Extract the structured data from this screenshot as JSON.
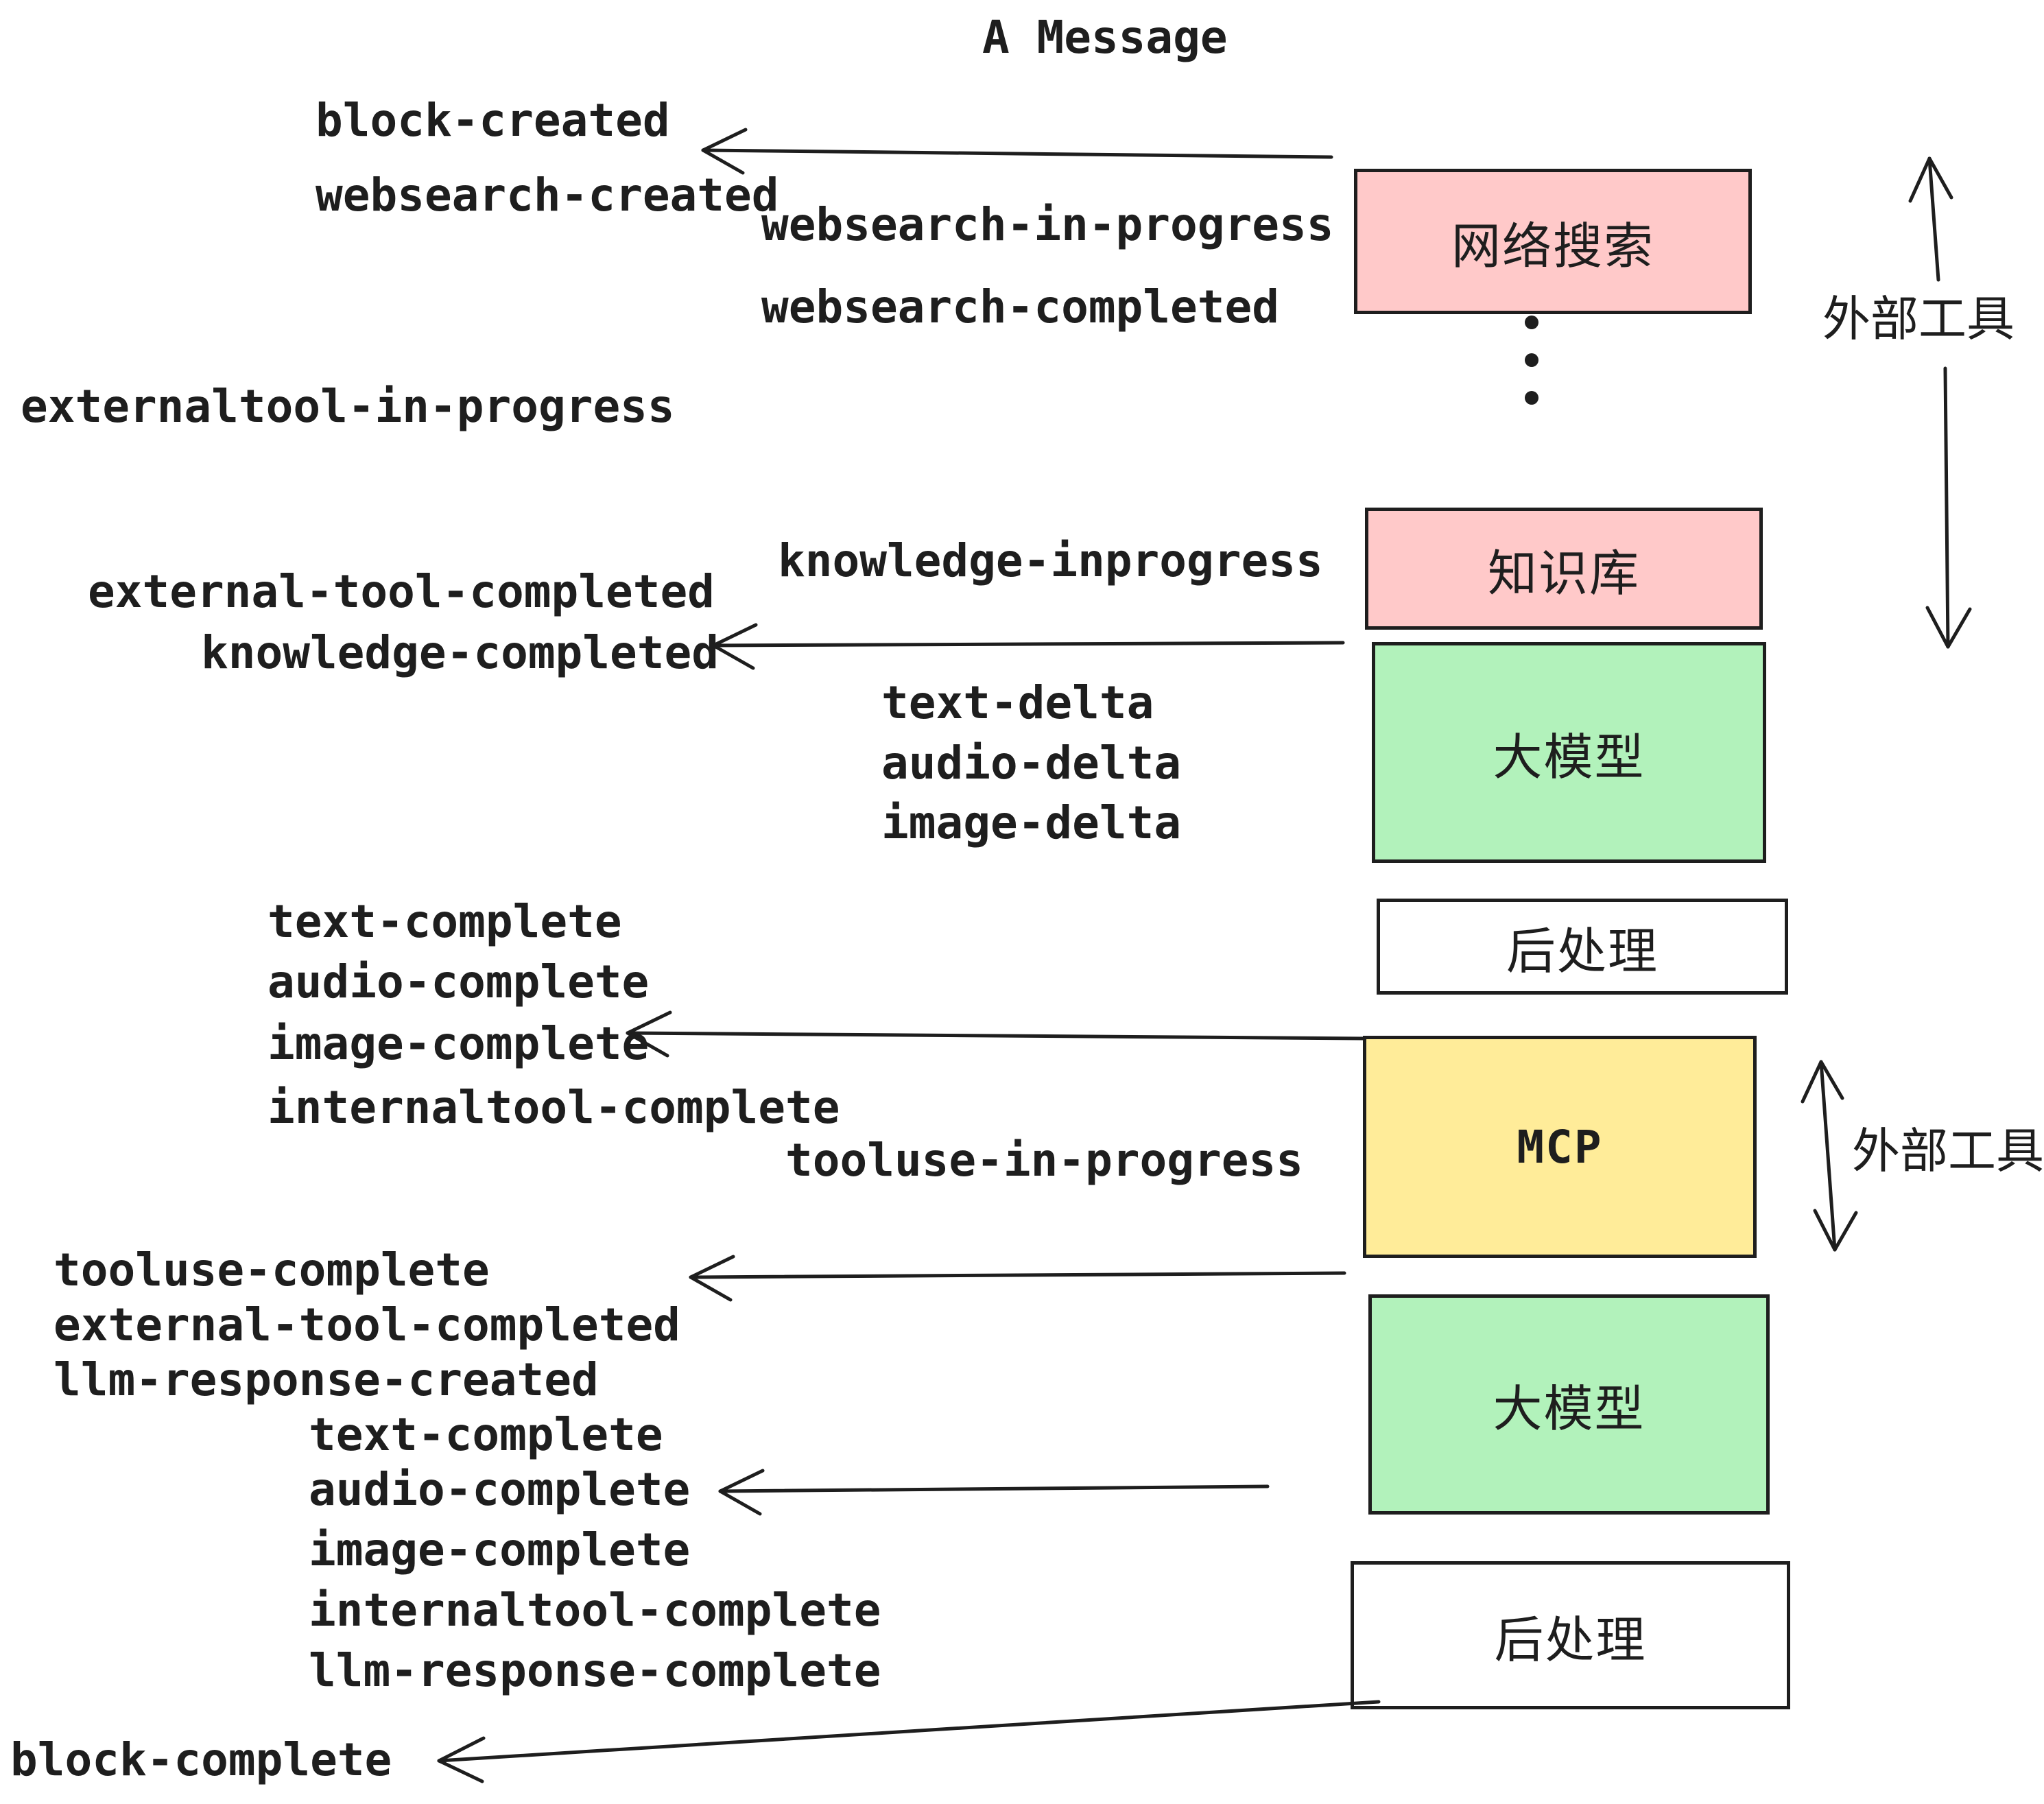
{
  "title": "A Message",
  "colors": {
    "ink": "#1e1e1e",
    "pink": "#ffc9c9",
    "green": "#b2f2bb",
    "yellow": "#ffec99",
    "white": "#ffffff"
  },
  "boxes": [
    {
      "id": "websearch",
      "label": "网络搜索",
      "fill": "#ffc9c9"
    },
    {
      "id": "knowledge",
      "label": "知识库",
      "fill": "#ffc9c9"
    },
    {
      "id": "llm-1",
      "label": "大模型",
      "fill": "#b2f2bb"
    },
    {
      "id": "postprocess-1",
      "label": "后处理",
      "fill": "#ffffff"
    },
    {
      "id": "mcp",
      "label": "MCP",
      "fill": "#ffec99"
    },
    {
      "id": "llm-2",
      "label": "大模型",
      "fill": "#b2f2bb"
    },
    {
      "id": "postprocess-2",
      "label": "后处理",
      "fill": "#ffffff"
    }
  ],
  "events": [
    {
      "label": "block-created"
    },
    {
      "label": "websearch-created"
    },
    {
      "label": "websearch-in-progress"
    },
    {
      "label": "websearch-completed"
    },
    {
      "label": "externaltool-in-progress"
    },
    {
      "label": "knowledge-inprogress"
    },
    {
      "label": "external-tool-completed"
    },
    {
      "label": "knowledge-completed"
    },
    {
      "label": "text-delta"
    },
    {
      "label": "audio-delta"
    },
    {
      "label": "image-delta"
    },
    {
      "label": "text-complete"
    },
    {
      "label": "audio-complete"
    },
    {
      "label": "image-complete"
    },
    {
      "label": "internaltool-complete"
    },
    {
      "label": "tooluse-in-progress"
    },
    {
      "label": "tooluse-complete"
    },
    {
      "label": "external-tool-completed"
    },
    {
      "label": "llm-response-created"
    },
    {
      "label": "text-complete"
    },
    {
      "label": "audio-complete"
    },
    {
      "label": "image-complete"
    },
    {
      "label": "internaltool-complete"
    },
    {
      "label": "llm-response-complete"
    },
    {
      "label": "block-complete"
    }
  ],
  "side_labels": [
    {
      "label": "外部工具"
    },
    {
      "label": "外部工具"
    }
  ],
  "ellipsis": {
    "dot_count": 3
  }
}
